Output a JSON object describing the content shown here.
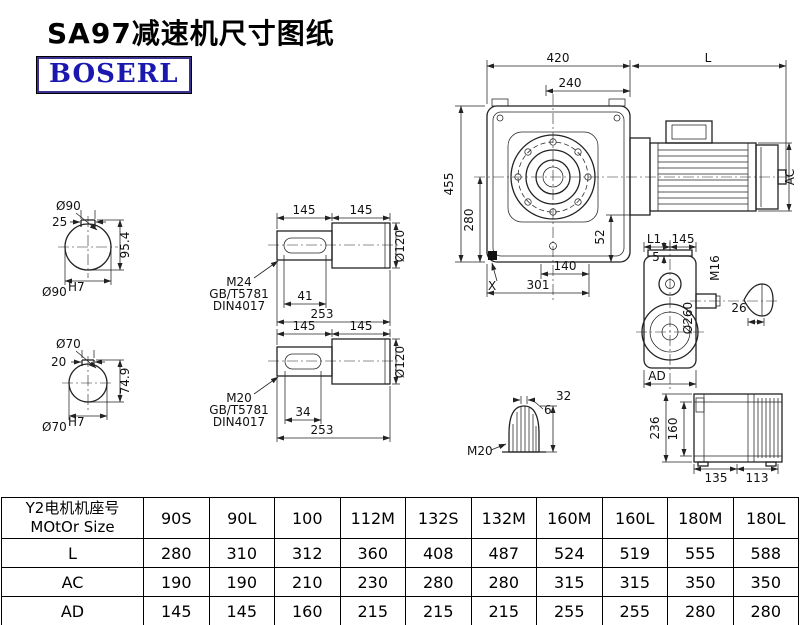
{
  "page": {
    "title": "SA97减速机尺寸图纸",
    "brand": "BOSERL"
  },
  "labels": {
    "main": {
      "w420": "420",
      "motor_len": "L",
      "w240": "240",
      "h455": "455",
      "h280": "280",
      "d52": "52",
      "d140": "140",
      "d301": "301",
      "x_mark": "X",
      "ac": "AC"
    },
    "shaft_upper": {
      "seg1": "145",
      "seg2": "145",
      "dia": "Ø120",
      "thread": "M24",
      "std1": "GB/T5781",
      "std2": "DIN4017",
      "key_len": "41",
      "total_len": "253"
    },
    "shaft_lower": {
      "seg1": "145",
      "seg2": "145",
      "dia": "Ø120",
      "thread": "M20",
      "std1": "GB/T5781",
      "std2": "DIN4017",
      "key_len": "34",
      "total_len": "253"
    },
    "bore_upper": {
      "dia": "Ø90",
      "key_width": "25",
      "key_height": "95.4",
      "fit_main": "Ø90",
      "fit_sup": "H7"
    },
    "bore_lower": {
      "dia": "Ø70",
      "key_width": "20",
      "key_height": "74.9",
      "fit_main": "Ø70",
      "fit_sup": "H7"
    },
    "output_view": {
      "l1": "L1",
      "d145": "145",
      "d5": "5",
      "m16": "M16",
      "dia": "Ø260",
      "d26": "26",
      "ad": "AD"
    },
    "side_view": {
      "d236": "236",
      "d160": "160",
      "d135": "135",
      "d113": "113"
    },
    "key_detail": {
      "d6": "6",
      "d32": "32",
      "thread": "M20"
    }
  },
  "table": {
    "header": {
      "line1": "Y2电机机座号",
      "line2": "MOtOr Size"
    },
    "cols": [
      "90S",
      "90L",
      "100",
      "112M",
      "132S",
      "132M",
      "160M",
      "160L",
      "180M",
      "180L"
    ],
    "rows": [
      {
        "label": "L",
        "values": [
          "280",
          "310",
          "312",
          "360",
          "408",
          "487",
          "524",
          "519",
          "555",
          "588"
        ]
      },
      {
        "label": "AC",
        "values": [
          "190",
          "190",
          "210",
          "230",
          "280",
          "280",
          "315",
          "315",
          "350",
          "350"
        ]
      },
      {
        "label": "AD",
        "values": [
          "145",
          "145",
          "160",
          "215",
          "215",
          "215",
          "255",
          "255",
          "280",
          "280"
        ]
      }
    ]
  }
}
